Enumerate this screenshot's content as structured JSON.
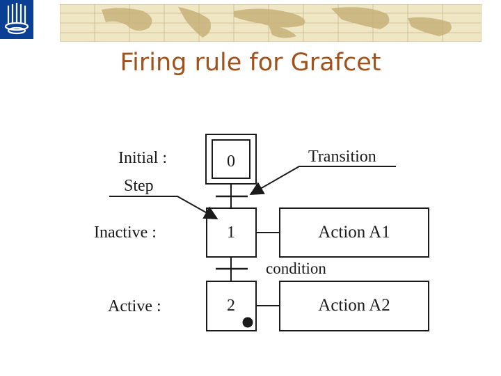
{
  "slide": {
    "title": "Firing rule for Grafcet"
  },
  "diagram": {
    "labels": {
      "initial": "Initial :",
      "step": "Step",
      "inactive": "Inactive :",
      "active": "Active :",
      "transition": "Transition",
      "condition": "condition"
    },
    "steps": [
      {
        "id": "0",
        "initial": true,
        "active": false
      },
      {
        "id": "1",
        "initial": false,
        "active": false
      },
      {
        "id": "2",
        "initial": false,
        "active": true
      }
    ],
    "actions": {
      "a1": "Action A1",
      "a2": "Action A2"
    }
  },
  "colors": {
    "logo": "#0b3f96",
    "banner": "#d8c894",
    "title": "#a0521c",
    "ink": "#1a1a1a"
  }
}
